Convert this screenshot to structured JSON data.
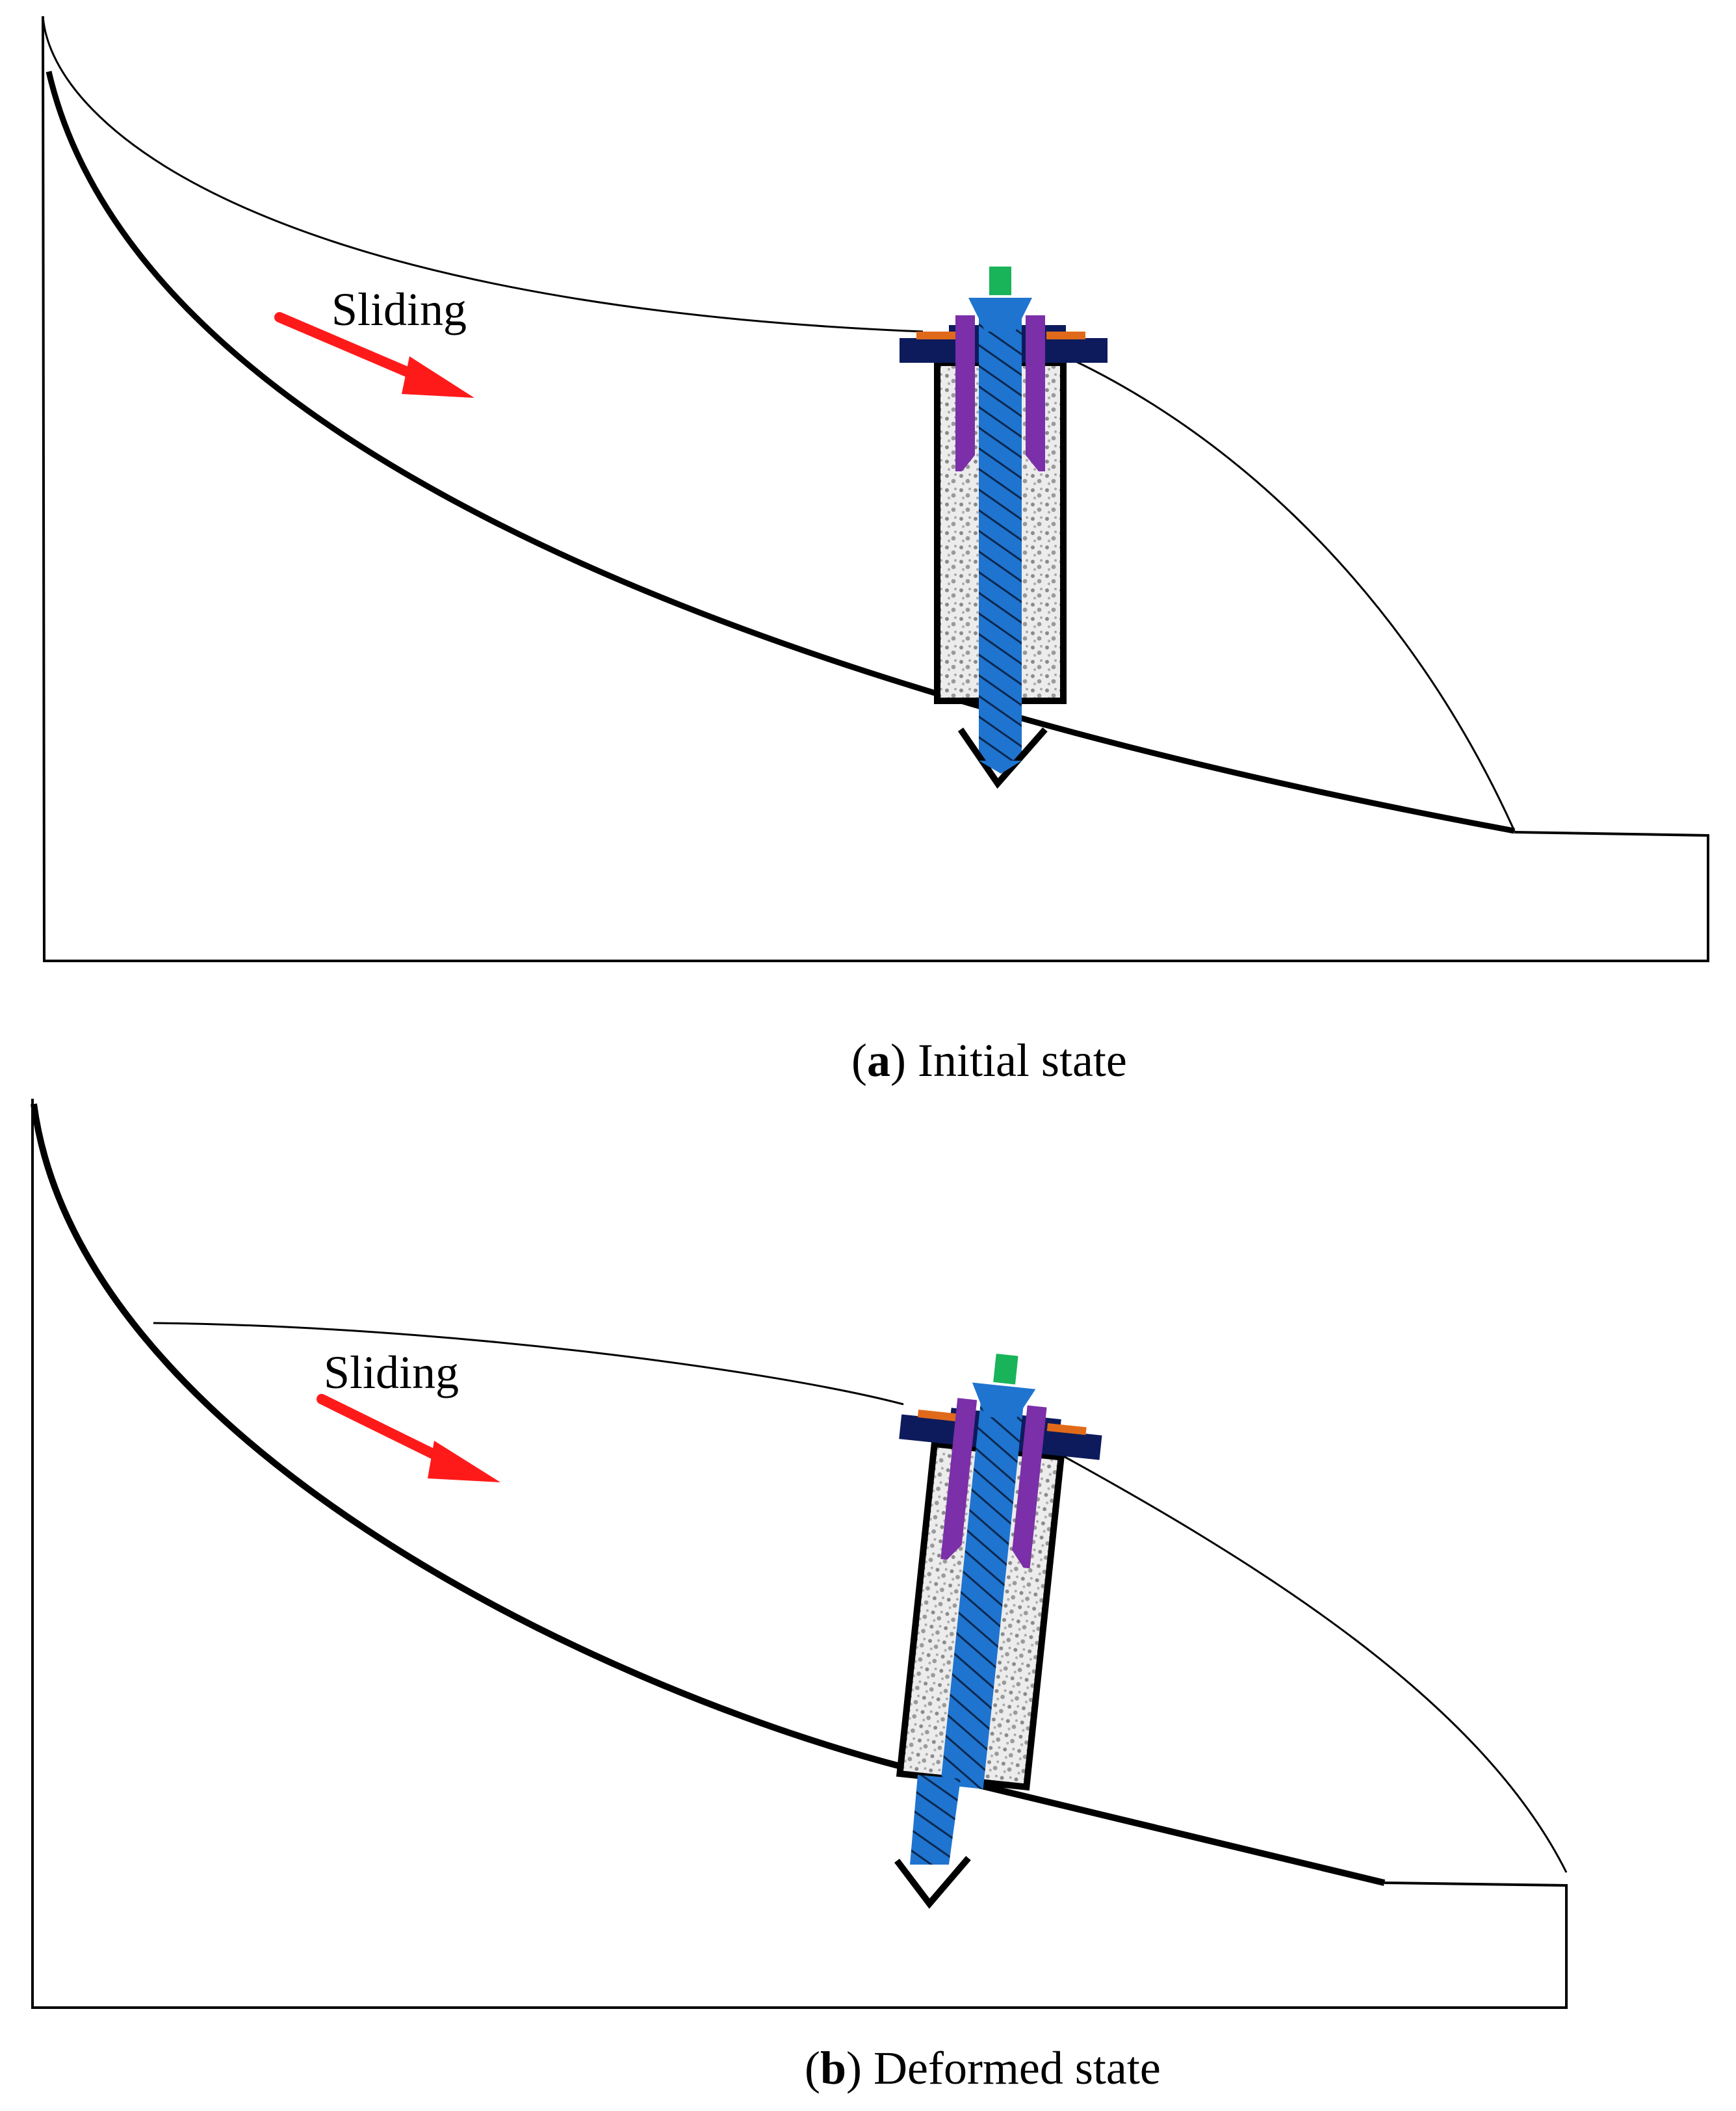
{
  "panels": [
    {
      "id": "a",
      "arrow_label": "Sliding",
      "caption_letter": "a",
      "caption_text": "Initial state"
    },
    {
      "id": "b",
      "arrow_label": "Sliding",
      "caption_letter": "b",
      "caption_text": "Deformed state"
    }
  ],
  "colors": {
    "outline": "#000000",
    "arrow": "#ff1a1a",
    "anchor_rod": "#1f74cf",
    "sleeve": "#7b2fa8",
    "plate": "#0d1b5c",
    "washer": "#e06a1a",
    "cap": "#19b35a",
    "grout": "#e6e6e6"
  },
  "icons": {
    "arrow": "red-arrow-icon",
    "anchor": "anchor-assembly-icon"
  }
}
